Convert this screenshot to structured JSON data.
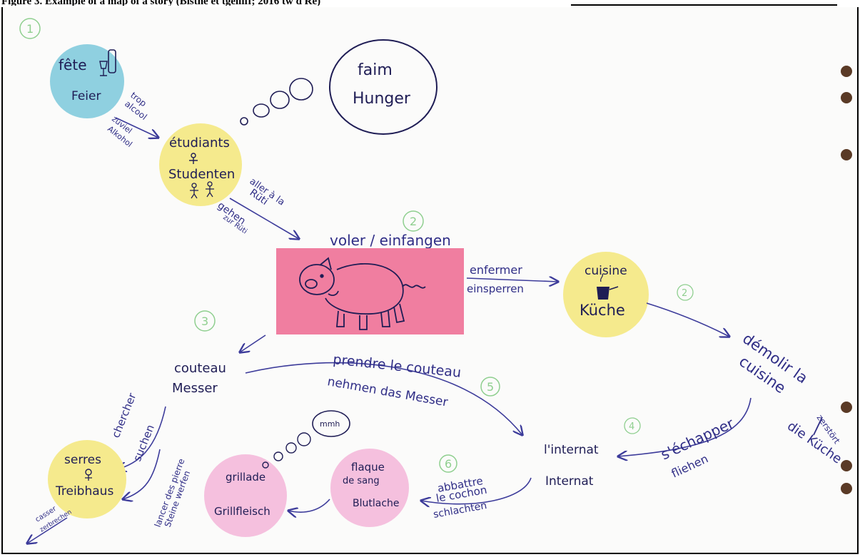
{
  "caption": "Figure 3. Example of a map of a story (Bisthe et tgelliff; 2016 tw d Re)",
  "colors": {
    "ink": "#2f2d86",
    "blue_node": "#8fd0e0",
    "yellow_node": "#f5ea8d",
    "pink_node": "#f5c0de",
    "pig_box": "#f07ea0",
    "step_numbers": "#8fcf8f"
  },
  "steps": [
    "1",
    "2",
    "3",
    "2",
    "4",
    "5",
    "6"
  ],
  "nodes": {
    "fete": {
      "fr": "fête",
      "de": "Feier"
    },
    "etudiants": {
      "fr": "étudiants",
      "de": "Studenten"
    },
    "faim": {
      "fr": "faim",
      "de": "Hunger"
    },
    "pig": {
      "title": "voler / einfangen"
    },
    "cuisine": {
      "fr": "cuisine",
      "de": "Küche"
    },
    "couteau": {
      "fr": "couteau",
      "de": "Messer"
    },
    "serres": {
      "fr": "serres",
      "de": "Treibhaus"
    },
    "grillade": {
      "fr": "grillade",
      "de": "Grillfleisch"
    },
    "flaque": {
      "fr1": "flaque",
      "fr2": "de sang",
      "de": "Blutlache"
    },
    "internat": {
      "fr": "l'internat",
      "de": "Internat"
    },
    "mmh": "mmh"
  },
  "edges": {
    "trop_alcool": [
      "trop",
      "alcool",
      "zuviel",
      "Alkohol"
    ],
    "aller_ruti": [
      "aller à la",
      "Rüti",
      "gehen",
      "zur Rüti"
    ],
    "enfermer": [
      "enfermer",
      "einsperren"
    ],
    "demolir": [
      "démolir la",
      "cuisine",
      "zerstört",
      "die Küche"
    ],
    "prendre_couteau": [
      "prendre le couteau",
      "nehmen das Messer"
    ],
    "echapper": [
      "s'échapper",
      "fliehen"
    ],
    "chercher": [
      "chercher",
      "suchen"
    ],
    "lancer_pierre": [
      "lancer des pierre",
      "Steine werfen"
    ],
    "casser": [
      "casser",
      "zerbrechen"
    ],
    "abbattre": [
      "abbattre",
      "le cochon",
      "schlachten"
    ]
  }
}
